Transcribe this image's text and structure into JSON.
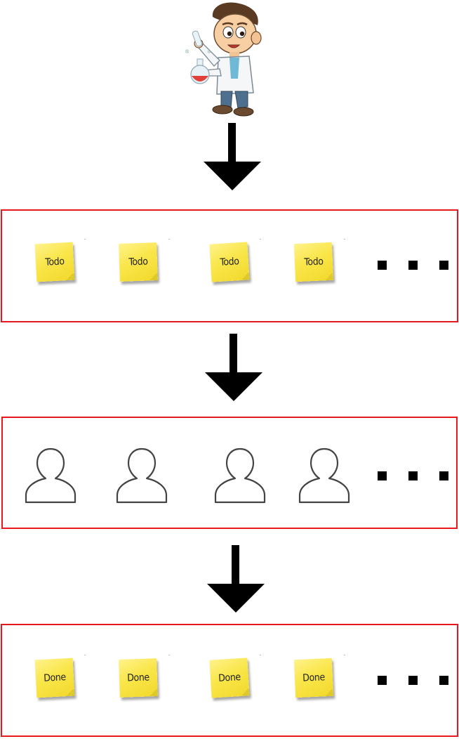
{
  "stages": {
    "todo": {
      "notes": [
        "Todo",
        "Todo",
        "Todo",
        "Todo"
      ]
    },
    "done": {
      "notes": [
        "Done",
        "Done",
        "Done",
        "Done"
      ]
    }
  },
  "colors": {
    "stage_border": "#e8191c",
    "note_fill": "#f9e64a",
    "arrow": "#000000"
  },
  "icons": {
    "top": "scientist-with-flask-icon",
    "flow": "arrow-down-icon",
    "worker": "person-outline-icon",
    "more": "ellipsis-icon"
  }
}
